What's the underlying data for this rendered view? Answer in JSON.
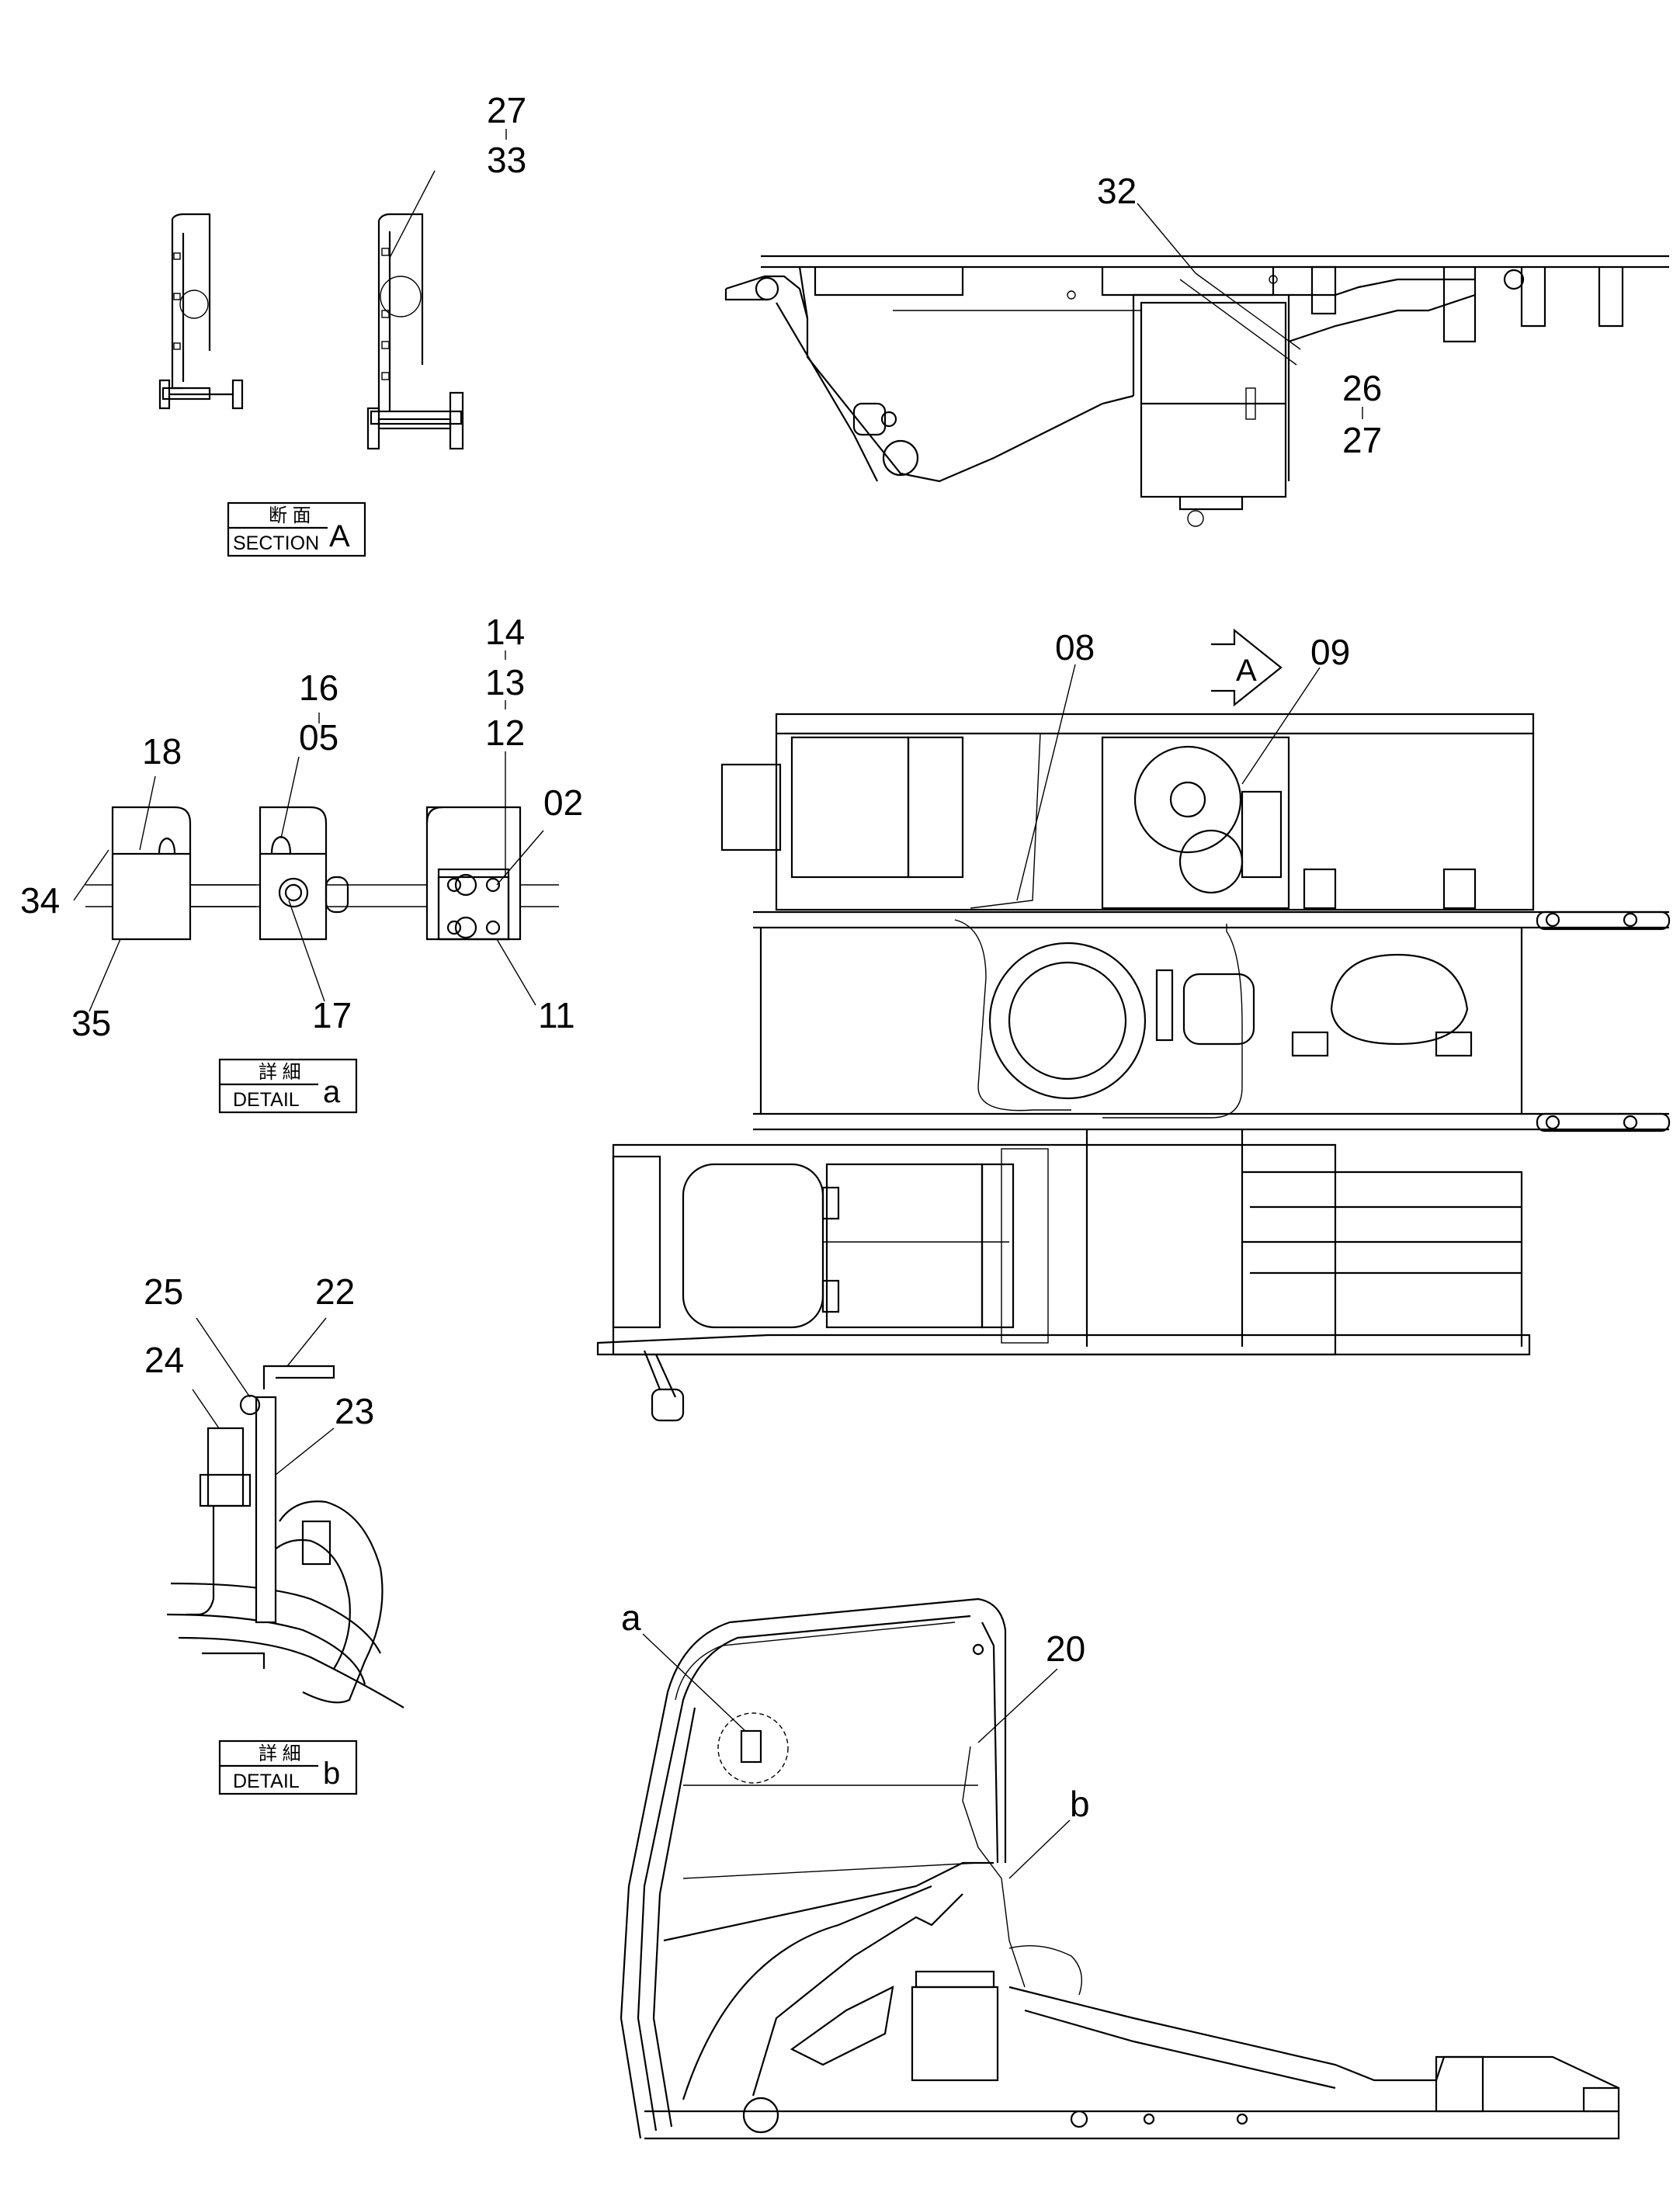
{
  "drawing": {
    "section_a": {
      "top": "断 面",
      "bottom": "SECTION",
      "letter": "A"
    },
    "detail_a": {
      "top": "詳 細",
      "bottom": "DETAIL",
      "letter": "a"
    },
    "detail_b": {
      "top": "詳 細",
      "bottom": "DETAIL",
      "letter": "b"
    },
    "view_arrow": "A",
    "callouts": {
      "c27_33_a": "27",
      "c27_33_b": "33",
      "c32": "32",
      "c26_27_a": "26",
      "c26_27_b": "27",
      "c08": "08",
      "c09": "09",
      "c16_05_a": "16",
      "c16_05_b": "05",
      "c14": "14",
      "c13": "13",
      "c12": "12",
      "c18": "18",
      "c02": "02",
      "c34": "34",
      "c35": "35",
      "c17": "17",
      "c11": "11",
      "c25": "25",
      "c22": "22",
      "c24": "24",
      "c23": "23",
      "ca": "a",
      "c20": "20",
      "cb": "b"
    }
  }
}
